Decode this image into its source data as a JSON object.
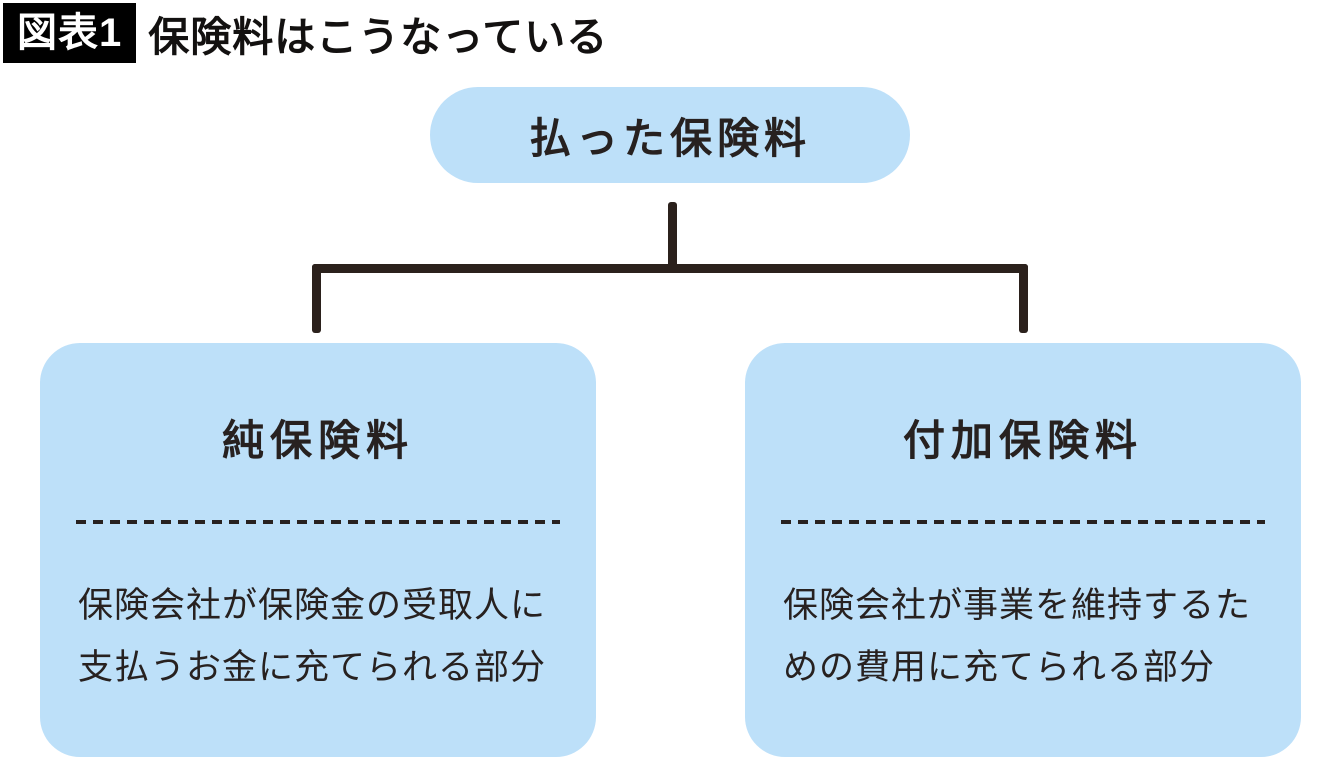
{
  "figure": {
    "badge": "図表1",
    "title": "保険料はこうなっている"
  },
  "tree": {
    "root_label": "払った保険料",
    "children": [
      {
        "title": "純保険料",
        "desc_line1": "保険会社が保険金の受取人に",
        "desc_line2": "支払うお金に充てられる部分"
      },
      {
        "title": "付加保険料",
        "desc_line1": "保険会社が事業を維持するた",
        "desc_line2": "めの費用に充てられる部分"
      }
    ]
  },
  "colors": {
    "box_fill": "#BDE0F9",
    "line_color": "#2B211C",
    "ink": "#272120",
    "badge_bg": "#000000",
    "badge_text": "#FFFFFF"
  }
}
